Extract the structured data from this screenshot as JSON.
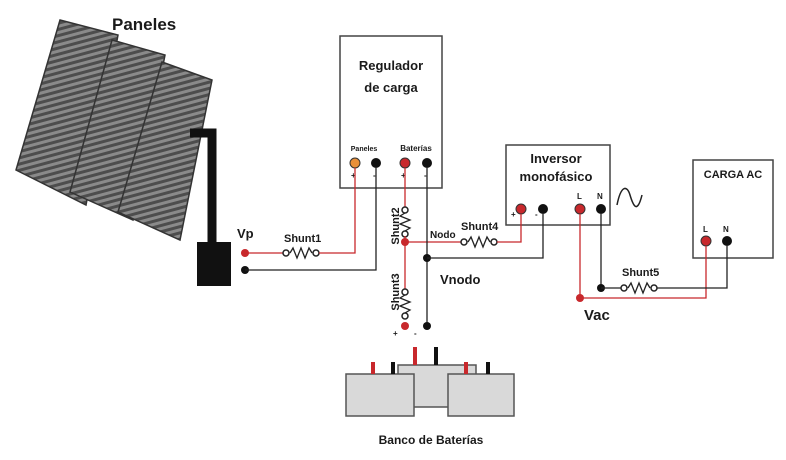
{
  "title_panels": "Paneles",
  "regulator": {
    "line1": "Regulador",
    "line2": "de carga",
    "port_panels": "Paneles",
    "port_batteries": "Baterías"
  },
  "inverter": {
    "line1": "Inversor",
    "line2": "monofásico",
    "port_l": "L",
    "port_n": "N"
  },
  "load": {
    "title": "CARGA AC",
    "port_l": "L",
    "port_n": "N"
  },
  "labels": {
    "vp": "Vp",
    "shunt1": "Shunt1",
    "shunt2": "Shunt2",
    "shunt3": "Shunt3",
    "shunt4": "Shunt4",
    "shunt5": "Shunt5",
    "nodo": "Nodo",
    "vnodo": "Vnodo",
    "vac": "Vac",
    "battery_bank": "Banco de Baterías"
  },
  "polarity": {
    "plus": "+",
    "minus": "-"
  },
  "colors": {
    "wire_red": "#c8282c",
    "wire_black": "#222222",
    "panel_gray": "#6b6b6b",
    "battery_gray": "#d9d9d9"
  }
}
